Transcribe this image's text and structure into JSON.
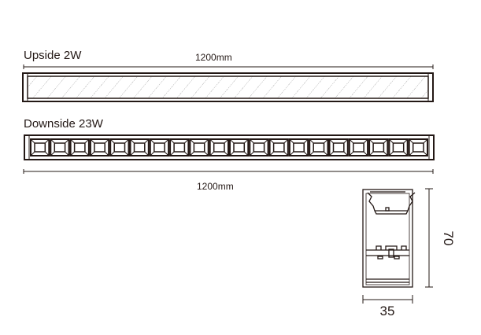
{
  "upside": {
    "label": "Upside 2W",
    "length_label": "1200mm"
  },
  "downside": {
    "label": "Downside 23W",
    "length_label": "1200mm",
    "cell_count": 20
  },
  "section": {
    "height_label": "70",
    "width_label": "35"
  },
  "colors": {
    "line": "#231815",
    "hatch": "#777777"
  }
}
